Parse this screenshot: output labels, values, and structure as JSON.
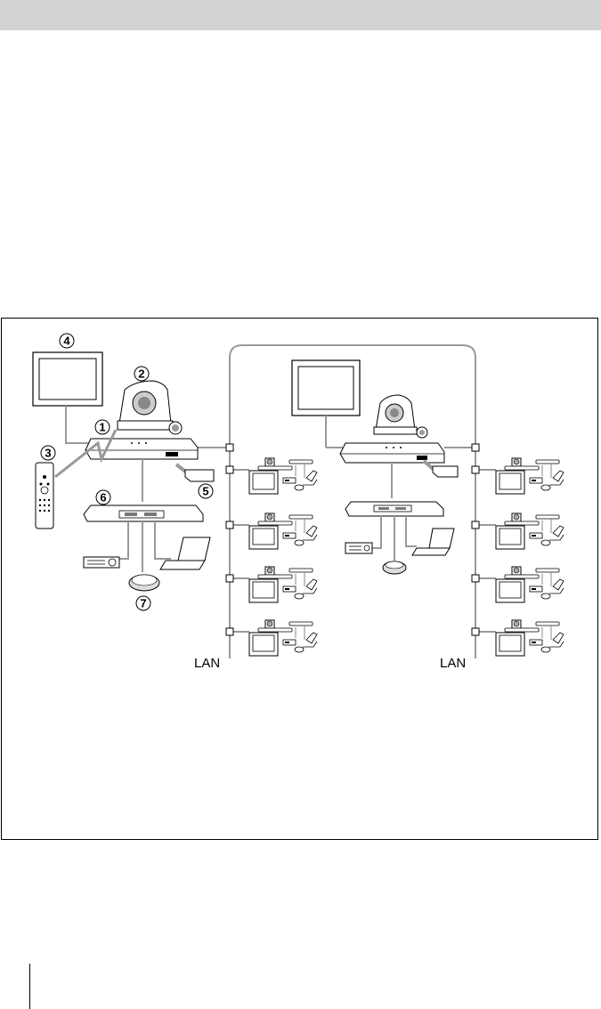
{
  "header": {},
  "diagram": {
    "callouts": [
      "1",
      "2",
      "3",
      "4",
      "5",
      "6",
      "7"
    ],
    "lan_labels": [
      "LAN",
      "LAN"
    ]
  }
}
